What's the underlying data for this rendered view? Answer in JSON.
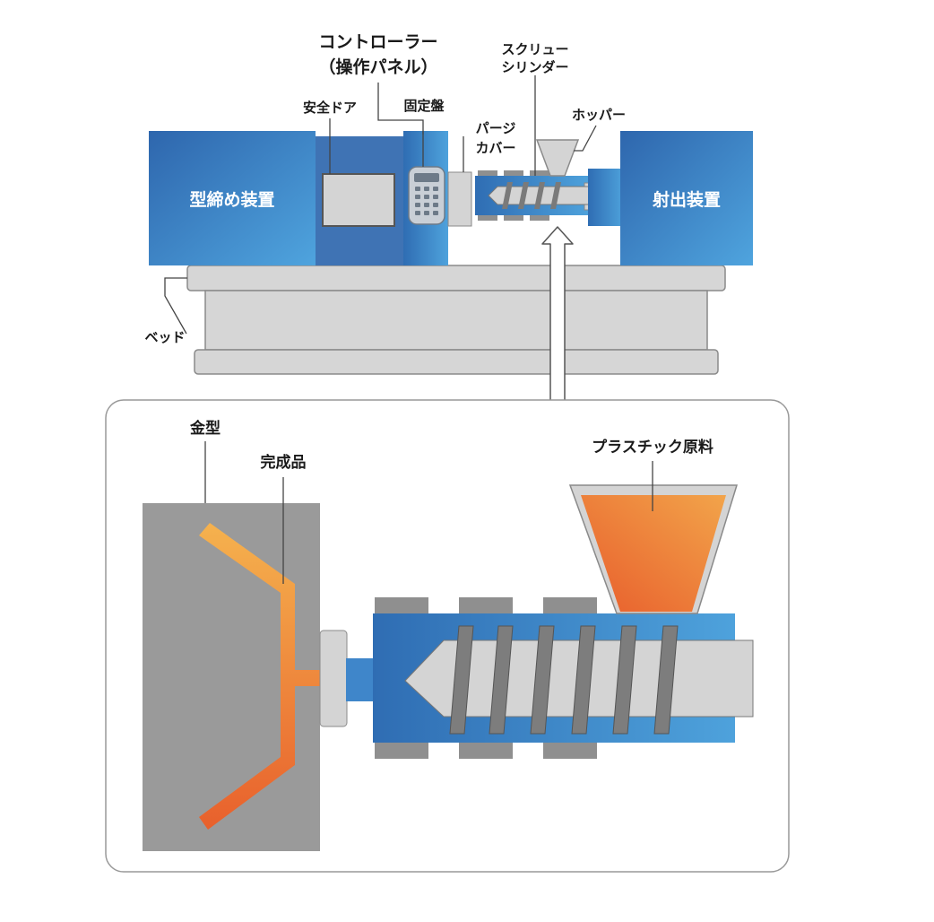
{
  "labels": {
    "controller_line1": "コントローラー",
    "controller_line2": "（操作パネル）",
    "screw_cylinder_line1": "スクリュー",
    "screw_cylinder_line2": "シリンダー",
    "safety_door": "安全ドア",
    "fixed_platen": "固定盤",
    "purge_cover_line1": "パージ",
    "purge_cover_line2": "カバー",
    "hopper": "ホッパー",
    "clamping_unit": "型締め装置",
    "injection_unit": "射出装置",
    "bed": "ベッド",
    "mold": "金型",
    "finished_product": "完成品",
    "plastic_material": "プラスチック原料"
  },
  "colors": {
    "blue_dark": "#2f6db3",
    "blue_light": "#4ea2dc",
    "gray_light": "#d4d4d4",
    "gray_mid": "#a6a6a6",
    "mold_gray": "#9a9a9a",
    "orange_dark": "#e85d2c",
    "orange_light": "#f2a44a",
    "product_light": "#f5b24e"
  }
}
